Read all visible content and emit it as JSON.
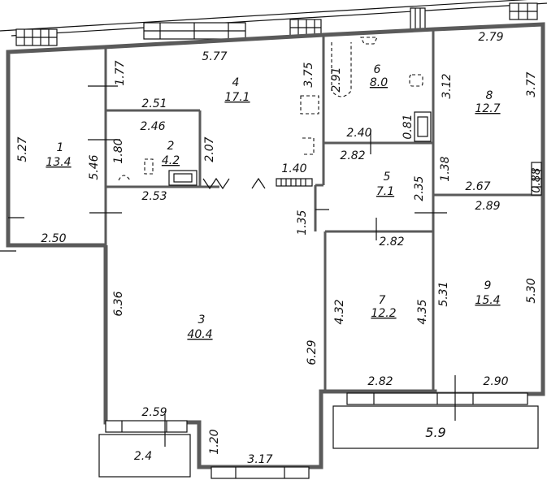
{
  "rooms": [
    {
      "number": "1",
      "area": "13.4"
    },
    {
      "number": "2",
      "area": "4.2"
    },
    {
      "number": "3",
      "area": "40.4"
    },
    {
      "number": "4",
      "area": "17.1"
    },
    {
      "number": "5",
      "area": "7.1"
    },
    {
      "number": "6",
      "area": "8.0"
    },
    {
      "number": "7",
      "area": "12.2"
    },
    {
      "number": "8",
      "area": "12.7"
    },
    {
      "number": "9",
      "area": "15.4"
    }
  ],
  "balconies": [
    {
      "area": "2.4"
    },
    {
      "area": "5.9"
    }
  ],
  "dimensions": {
    "d_5_77": "5.77",
    "d_1_77": "1.77",
    "d_3_75": "3.75",
    "d_2_91": "2.91",
    "d_3_12": "3.12",
    "d_2_79": "2.79",
    "d_3_77": "3.77",
    "d_2_51": "2.51",
    "d_2_46": "2.46",
    "d_5_27": "5.27",
    "d_5_46": "5.46",
    "d_1_80": "1.80",
    "d_2_07": "2.07",
    "d_2_40": "2.40",
    "d_0_81": "0.81",
    "d_2_82_a": "2.82",
    "d_1_38": "1.38",
    "d_2_53": "2.53",
    "d_1_40": "1.40",
    "d_2_35": "2.35",
    "d_2_67": "2.67",
    "d_0_88": "0.88",
    "d_2_89": "2.89",
    "d_1_35": "1.35",
    "d_2_50": "2.50",
    "d_2_82_b": "2.82",
    "d_6_36": "6.36",
    "d_4_32": "4.32",
    "d_4_35": "4.35",
    "d_5_31": "5.31",
    "d_5_30": "5.30",
    "d_6_29": "6.29",
    "d_2_82_c": "2.82",
    "d_2_90": "2.90",
    "d_2_59": "2.59",
    "d_1_20": "1.20",
    "d_3_17": "3.17"
  }
}
